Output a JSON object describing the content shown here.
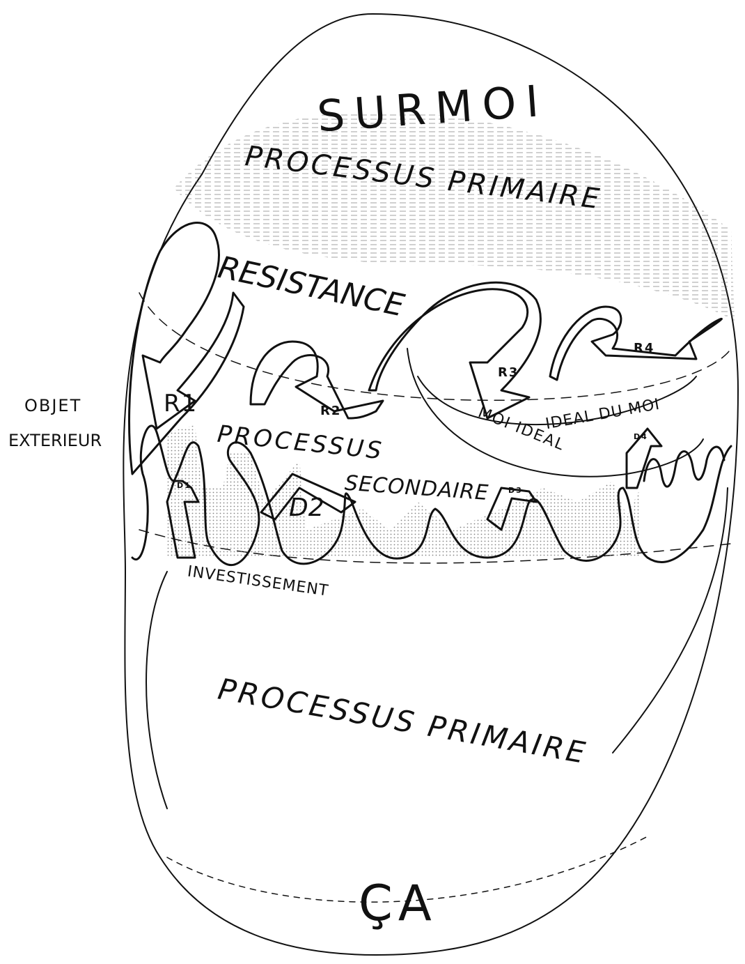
{
  "labels": {
    "surmoi": "SURMOI",
    "processus_primaire_top": "PROCESSUS PRIMAIRE",
    "resistance": "RESISTANCE",
    "objet": "OBJET",
    "exterieur": "EXTERIEUR",
    "r1": "R1",
    "r2": "R2",
    "r3": "R3",
    "r4": "R4",
    "processus": "PROCESSUS",
    "secondaire": "SECONDAIRE",
    "d1": "D1",
    "d2": "D2",
    "d3": "D3",
    "d4": "D4",
    "ideal_du_moi": "IDEAL DU MOI",
    "moi_ideal": "MOI IDEAL",
    "investissement": "INVESTISSEMENT",
    "processus_primaire_bottom": "PROCESSUS PRIMAIRE",
    "ca": "ÇA"
  },
  "colors": {
    "ink": "#111111",
    "paper": "#ffffff",
    "stipple": "#bdbdbd"
  }
}
